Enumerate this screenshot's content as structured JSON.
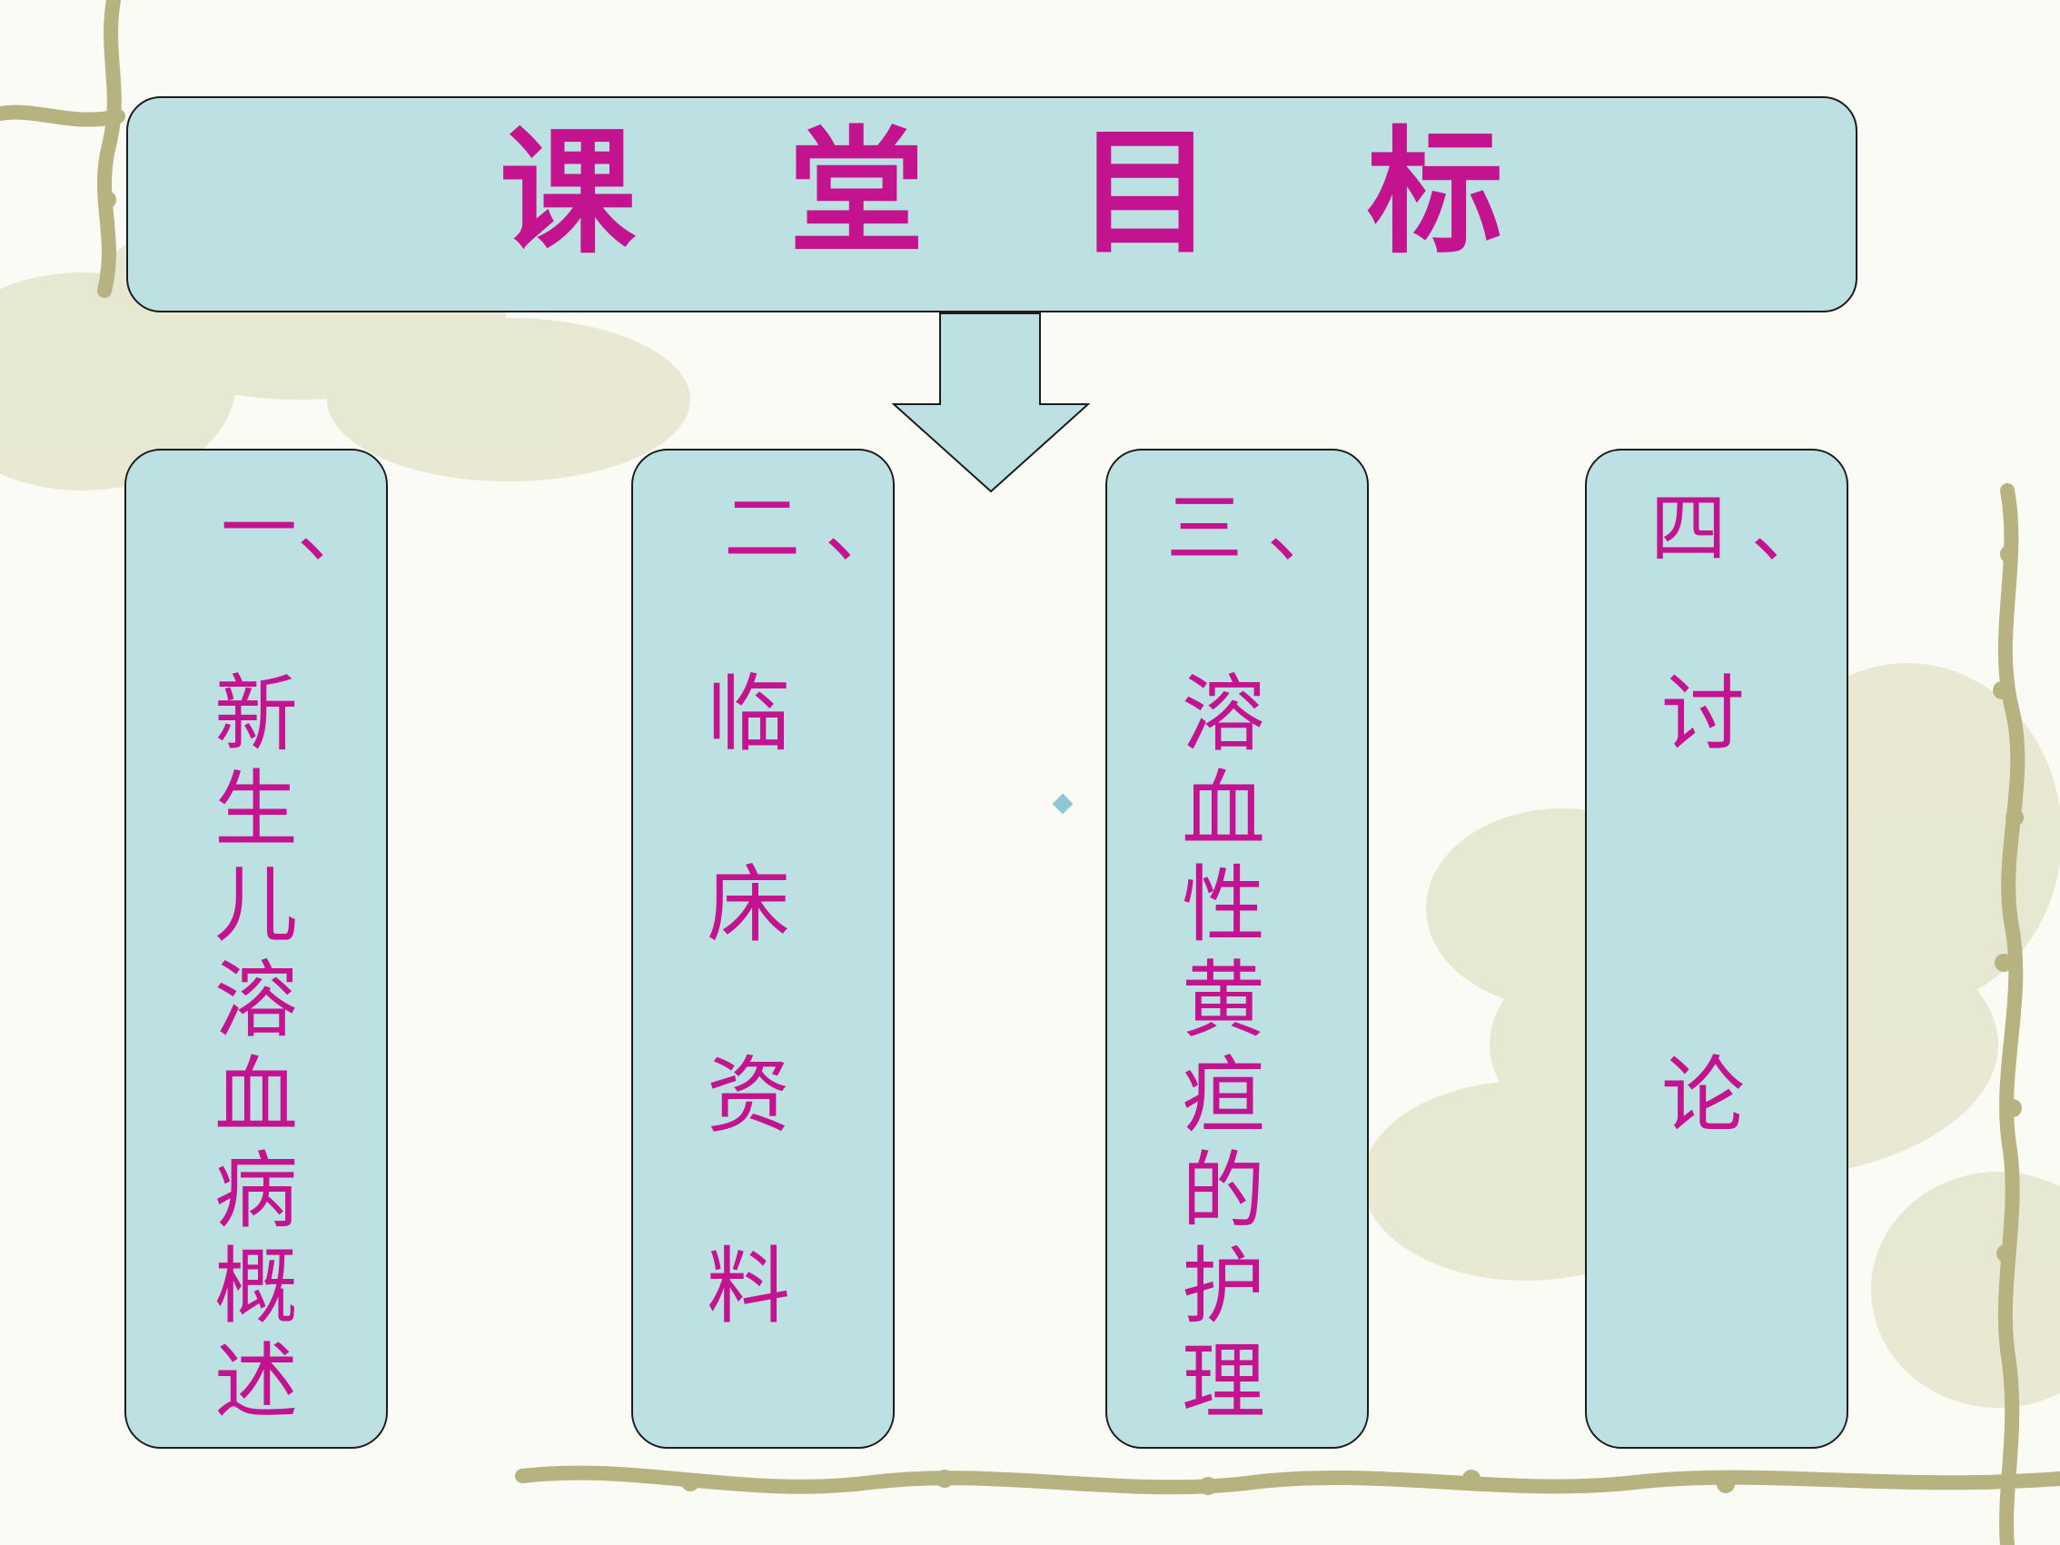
{
  "title": [
    "课",
    "堂",
    "目",
    "标"
  ],
  "columns": [
    {
      "number": "一、",
      "text": [
        "新",
        "生",
        "儿",
        "溶",
        "血",
        "病",
        "概",
        "述"
      ]
    },
    {
      "number": "二 、",
      "text": [
        "临",
        "床",
        "资",
        "料"
      ]
    },
    {
      "number": "三 、",
      "text": [
        "溶",
        "血",
        "性",
        "黄",
        "疸",
        "的",
        "护",
        "理"
      ]
    },
    {
      "number": "四 、",
      "text": [
        "讨",
        "论"
      ]
    }
  ],
  "colors": {
    "box_fill": "#bde1e3",
    "text": "#c4138f",
    "vine": "#b7b380"
  }
}
